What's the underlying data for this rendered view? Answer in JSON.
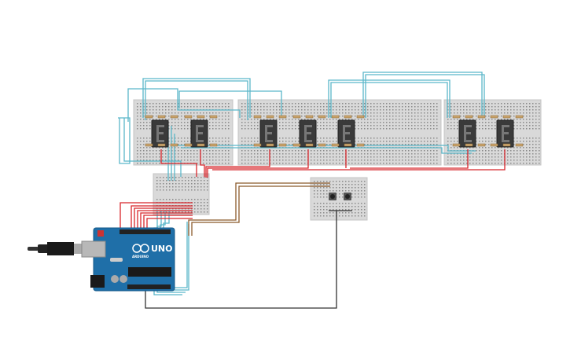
{
  "board": {
    "logo_text": "UNO",
    "brand_text": "ARDUINO"
  },
  "colors": {
    "breadboard": "#d9d9d9",
    "wire_cyan": "#5bb7c9",
    "wire_red": "#d8262b",
    "wire_brown": "#8b5a2b",
    "wire_black": "#333333",
    "arduino_blue": "#1f6fa8",
    "display_body": "#3a3a3a"
  },
  "components": {
    "seven_segment_displays": 7,
    "pushbuttons": 2,
    "breadboards": 5
  }
}
